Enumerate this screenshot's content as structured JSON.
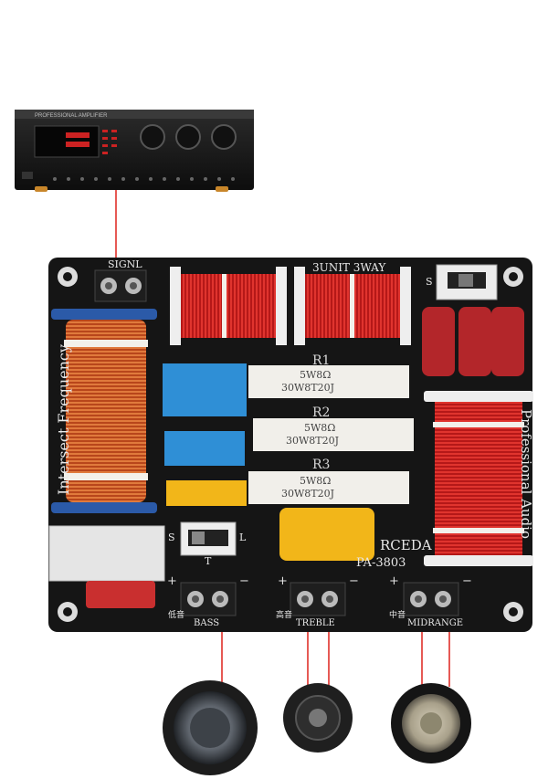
{
  "amplifier": {
    "brand_text": "PROFESSIONAL AMPLIFIER"
  },
  "board": {
    "input_label": "SIGNL",
    "top_label": "3UNIT 3WAY",
    "left_vertical": "Intersect Frequency",
    "right_vertical": "Professional Audio",
    "brand": "RCEDA",
    "model": "PA-3803",
    "resistors": [
      {
        "label": "R1",
        "text_top": "5W8Ω",
        "text_bottom": "30W8T20J"
      },
      {
        "label": "R2",
        "text_top": "5W8Ω",
        "text_bottom": "30W8T20J"
      },
      {
        "label": "R3",
        "text_top": "5W8Ω",
        "text_bottom": "30W8T20J"
      }
    ],
    "switch_labels": {
      "s": "S",
      "l": "L",
      "t": "T",
      "s2": "S"
    },
    "outputs": [
      {
        "cn": "低音",
        "en": "BASS",
        "plus": "+",
        "minus": "−"
      },
      {
        "cn": "高音",
        "en": "TREBLE",
        "plus": "+",
        "minus": "−"
      },
      {
        "cn": "中音",
        "en": "MIDRANGE",
        "plus": "+",
        "minus": "−"
      }
    ]
  },
  "colors": {
    "board": "#151515",
    "coil_copper": "#c5481c",
    "coil_red": "#d11f1f",
    "cap_blue": "#2f8fd6",
    "cap_yellow": "#f2b619",
    "cap_red": "#b3262a",
    "wire": "#e0302a"
  }
}
